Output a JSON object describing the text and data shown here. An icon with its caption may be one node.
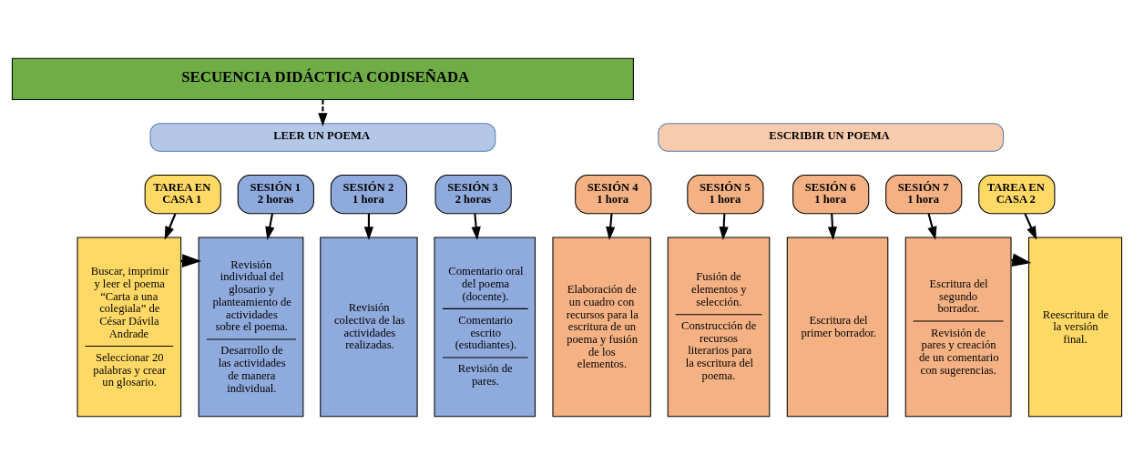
{
  "diagram": {
    "nodes": [
      {
        "text": [
          "SECUENCIA DIDÁCTICA CODISEÑADA"
        ]
      },
      {
        "text": [
          "LEER UN POEMA"
        ]
      },
      {
        "text": [
          "ESCRIBIR UN POEMA"
        ]
      },
      {
        "text": [
          "TAREA EN CASA 1"
        ]
      },
      {
        "text": [
          "SESIÓN 1 2 horas"
        ]
      },
      {
        "text": [
          "SESIÓN 2 1 hora"
        ]
      },
      {
        "text": [
          "SESIÓN 3 2 horas"
        ]
      },
      {
        "text": [
          "SESIÓN 4 1 hora"
        ]
      },
      {
        "text": [
          "SESIÓN 5 1 hora"
        ]
      },
      {
        "text": [
          "SESIÓN 6 1 hora"
        ]
      },
      {
        "text": [
          "SESIÓN 7 1 hora"
        ]
      },
      {
        "text": [
          "TAREA EN CASA 2"
        ]
      },
      {
        "text": [
          "Buscar, imprimir y leer el poema “Carta a una colegiala” de César Dávila Andrade",
          "Seleccionar 20 palabras y crear un glosario."
        ]
      },
      {
        "text": [
          "Revisión individual del glosario y planteamiento de actividades sobre el poema.",
          "Desarrollo de las actividades de manera individual."
        ]
      },
      {
        "text": [
          "Revisión colectiva de las actividades realizadas."
        ]
      },
      {
        "text": [
          "Comentario oral del poema (docente).",
          "Comentario escrito (estudiantes).",
          "Revisión de pares."
        ]
      },
      {
        "text": [
          "Elaboración de un cuadro con recursos para la escritura de un poema y fusión de los elementos."
        ]
      },
      {
        "text": [
          "Fusión de elementos y selección.",
          "Construcción de recursos literarios para la escritura del poema."
        ]
      },
      {
        "text": [
          "Escritura del primer borrador."
        ]
      },
      {
        "text": [
          "Escritura del segundo borrador.",
          "Revisión de pares y creación de un comentario con sugerencias."
        ]
      },
      {
        "text": [
          "Reescritura de la versión final."
        ]
      }
    ],
    "edges": [
      {
        "from": 0,
        "to": 1,
        "arrow": "to",
        "style": "dashed"
      },
      {
        "from": 3,
        "to": 12,
        "arrow": "to"
      },
      {
        "from": 4,
        "to": 13,
        "arrow": "to"
      },
      {
        "from": 5,
        "to": 14,
        "arrow": "to"
      },
      {
        "from": 6,
        "to": 15,
        "arrow": "to"
      },
      {
        "from": 7,
        "to": 16,
        "arrow": "to"
      },
      {
        "from": 8,
        "to": 17,
        "arrow": "to"
      },
      {
        "from": 9,
        "to": 18,
        "arrow": "to"
      },
      {
        "from": 10,
        "to": 19,
        "arrow": "to"
      },
      {
        "from": 11,
        "to": 20,
        "arrow": "to"
      },
      {
        "from": 12,
        "to": 13,
        "arrow": "to"
      },
      {
        "from": 19,
        "to": 20,
        "arrow": "to"
      }
    ]
  }
}
